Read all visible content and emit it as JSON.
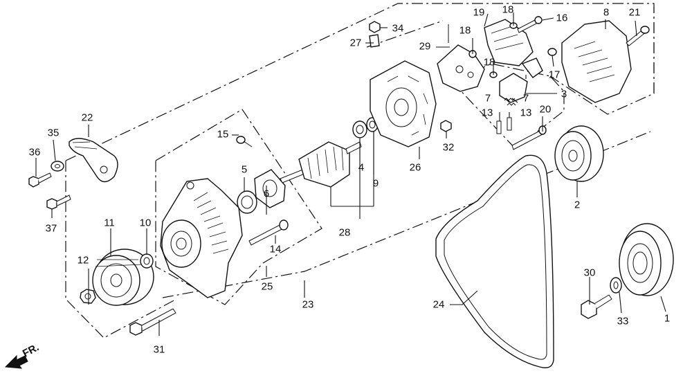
{
  "direction_marker": "FR.",
  "callouts": [
    "1",
    "2",
    "3",
    "4",
    "5",
    "6",
    "7",
    "7",
    "8",
    "9",
    "10",
    "11",
    "12",
    "13",
    "13",
    "14",
    "15",
    "16",
    "17",
    "18",
    "18",
    "18",
    "19",
    "20",
    "21",
    "22",
    "23",
    "24",
    "25",
    "26",
    "27",
    "28",
    "29",
    "30",
    "31",
    "32",
    "33",
    "34",
    "35",
    "36",
    "37"
  ]
}
